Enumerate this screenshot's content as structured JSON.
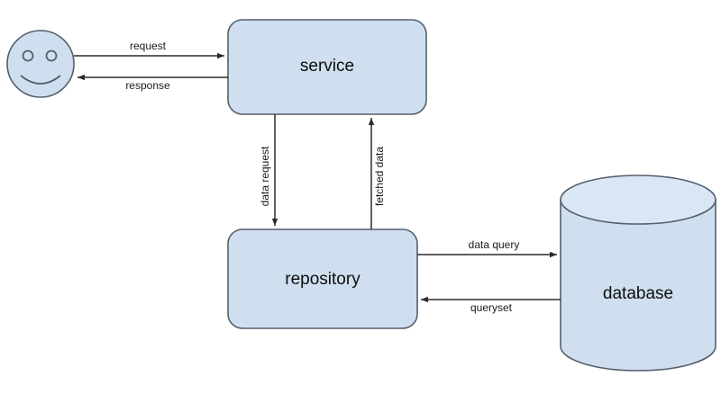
{
  "diagram": {
    "title": "service repository database layered architecture flow",
    "background_color": "#ffffff",
    "shape_fill_color": "#cfdfef",
    "shape_stroke_color": "#555f6b",
    "edge_color": "#2b2b2b",
    "nodes": [
      {
        "id": "user",
        "label": "",
        "shape": "smiley-actor"
      },
      {
        "id": "service",
        "label": "service",
        "shape": "rounded-rect"
      },
      {
        "id": "repository",
        "label": "repository",
        "shape": "rounded-rect"
      },
      {
        "id": "database",
        "label": "database",
        "shape": "cylinder"
      }
    ],
    "edges": [
      {
        "id": "request",
        "label": "request",
        "from": "user",
        "to": "service",
        "orientation": "horizontal",
        "direction": "right"
      },
      {
        "id": "response",
        "label": "response",
        "from": "service",
        "to": "user",
        "orientation": "horizontal",
        "direction": "left"
      },
      {
        "id": "data-request",
        "label": "data request",
        "from": "service",
        "to": "repository",
        "orientation": "vertical",
        "direction": "down"
      },
      {
        "id": "fetched-data",
        "label": "fetched data",
        "from": "repository",
        "to": "service",
        "orientation": "vertical",
        "direction": "up"
      },
      {
        "id": "data-query",
        "label": "data query",
        "from": "repository",
        "to": "database",
        "orientation": "horizontal",
        "direction": "right"
      },
      {
        "id": "queryset",
        "label": "queryset",
        "from": "database",
        "to": "repository",
        "orientation": "horizontal",
        "direction": "left"
      }
    ]
  }
}
